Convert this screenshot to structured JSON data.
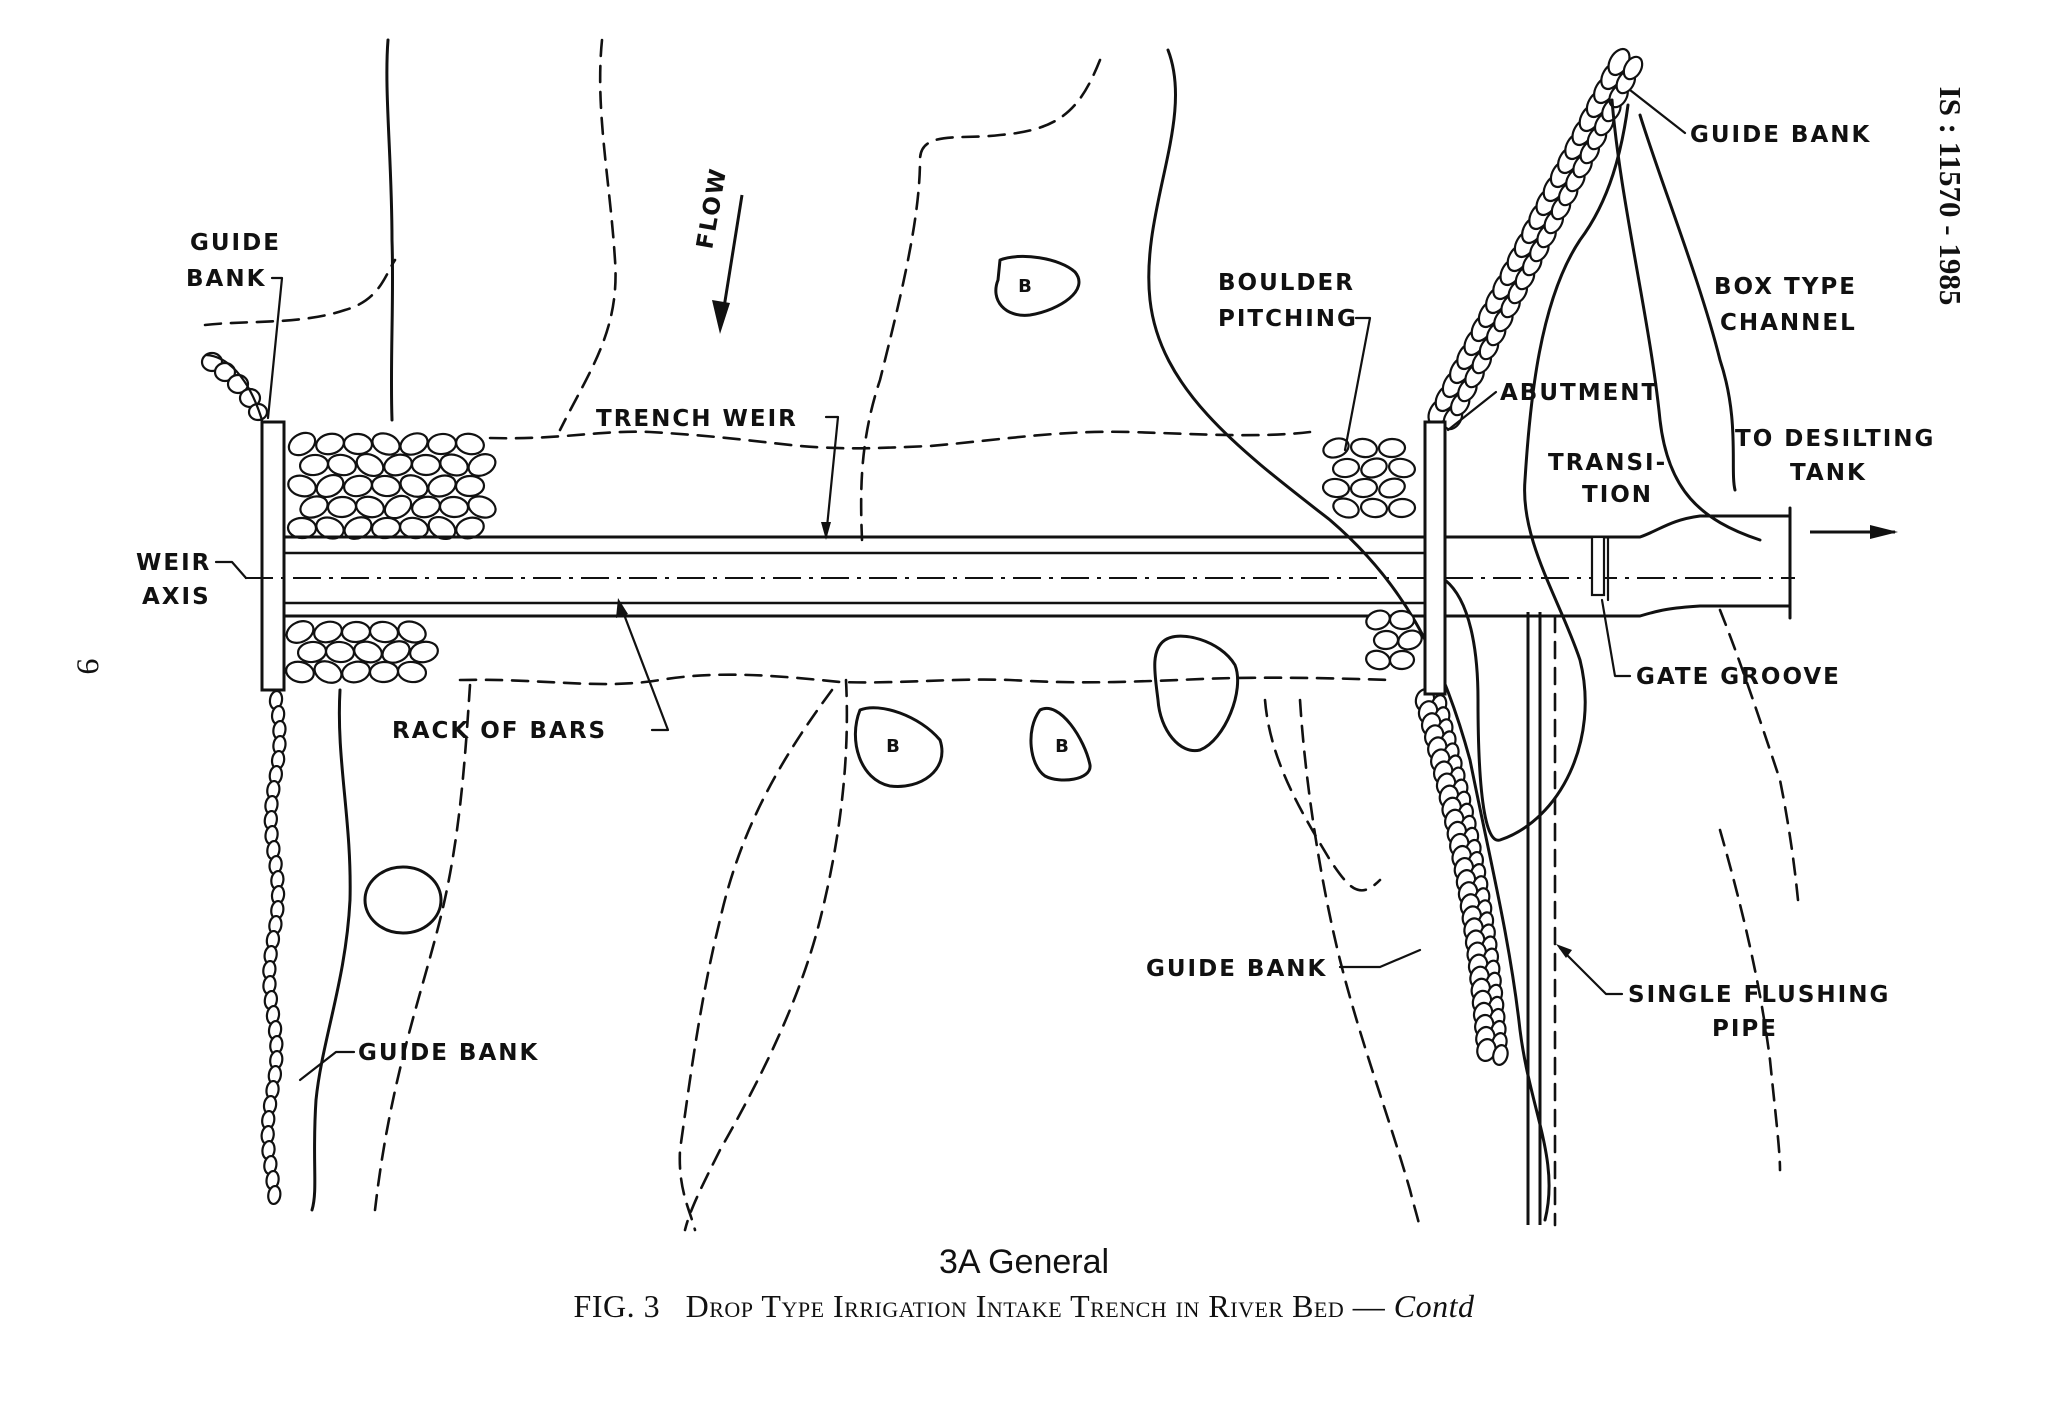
{
  "standard_number": "IS : 11570 - 1985",
  "page_number": "9",
  "labels": {
    "guide_bank_top_left_1": "GUIDE",
    "guide_bank_top_left_2": "BANK",
    "flow": "FLOW",
    "boulder": "B",
    "boulder_pitching_1": "BOULDER",
    "boulder_pitching_2": "PITCHING",
    "guide_bank_top_right": "GUIDE BANK",
    "box_type_channel_1": "BOX TYPE",
    "box_type_channel_2": "CHANNEL",
    "trench_weir": "TRENCH WEIR",
    "abutment": "ABUTMENT",
    "to_desilting_1": "TO DESILTING",
    "to_desilting_2": "TANK",
    "transition_1": "TRANSI-",
    "transition_2": "TION",
    "weir_axis_1": "WEIR",
    "weir_axis_2": "AXIS",
    "gate_groove": "GATE GROOVE",
    "rack_of_bars": "RACK OF BARS",
    "guide_bank_lower_right": "GUIDE BANK",
    "single_flushing_pipe_1": "SINGLE FLUSHING",
    "single_flushing_pipe_2": "PIPE",
    "guide_bank_lower_left": "GUIDE BANK"
  },
  "caption": {
    "subtitle": "3A   General",
    "figure_prefix": "FIG. 3",
    "figure_title": "Drop Type Irrigation Intake Trench in River Bed",
    "figure_dash": " — ",
    "figure_suffix": "Contd"
  }
}
